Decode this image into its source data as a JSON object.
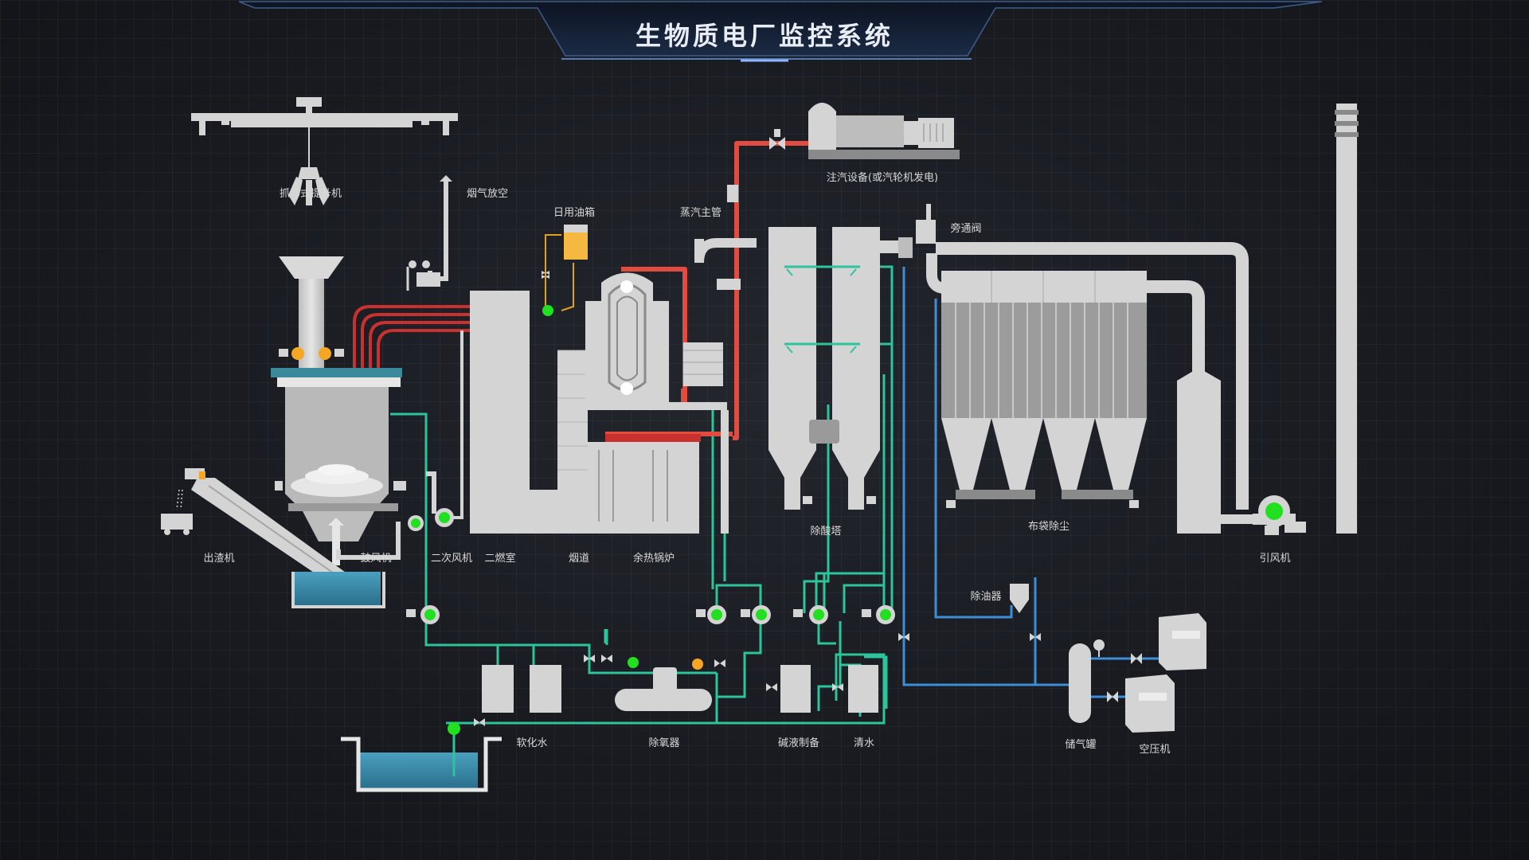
{
  "title": "生物质电厂监控系统",
  "labels": {
    "grab_crane": "抓斗式提升机",
    "flue_vent": "烟气放空",
    "daily_tank": "日用油箱",
    "steam_main": "蒸汽主管",
    "steam_user": "注汽设备(或汽轮机发电)",
    "bypass_valve": "旁通阀",
    "slag_remover": "出渣机",
    "blower": "鼓风机",
    "secondary_fan": "二次风机",
    "second_chamber": "二燃室",
    "flue": "烟道",
    "waste_heat_boiler": "余热锅炉",
    "acid_tower": "除酸塔",
    "bag_filter": "布袋除尘",
    "induced_fan": "引风机",
    "oil_remover": "除油器",
    "softened_water": "软化水",
    "deaerator": "除氧器",
    "alkali_prep": "碱液制备",
    "clean_water": "清水",
    "air_tank": "储气罐",
    "air_compressor": "空压机"
  },
  "colors": {
    "background": "#16181d",
    "equipment": "#d4d4d4",
    "steam_pipe": "#e24b3f",
    "water_pipe": "#2ec49b",
    "air_pipe": "#3c8fd6",
    "running": "#20e020",
    "warning": "#f5a623"
  }
}
